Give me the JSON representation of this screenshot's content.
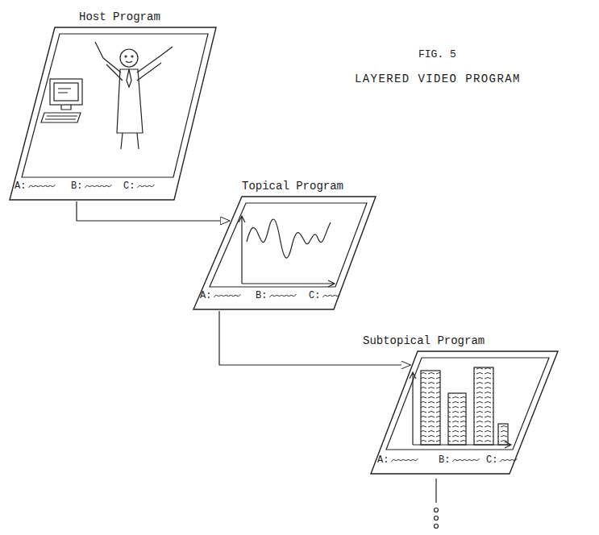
{
  "diagram": {
    "nodes": [
      {
        "text": [
          "Host Program",
          "A:",
          "B:",
          "C:"
        ]
      },
      {
        "text": [
          "Topical Program",
          "A:",
          "B:",
          "C:"
        ]
      },
      {
        "text": [
          "Subtopical Program",
          "A:",
          "B:",
          "C:"
        ]
      }
    ],
    "edges": [
      {
        "from": 0,
        "to": 1,
        "arrow": "to"
      },
      {
        "from": 1,
        "to": 2,
        "arrow": "to"
      }
    ],
    "labels": [
      "FIG. 5",
      "LAYERED VIDEO PROGRAM"
    ]
  }
}
